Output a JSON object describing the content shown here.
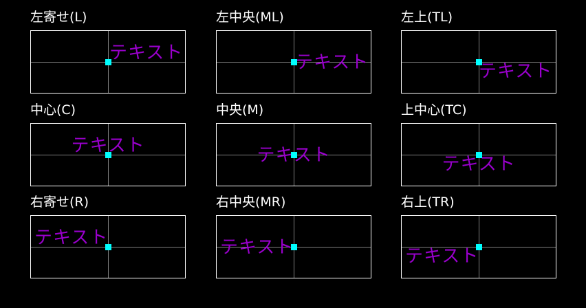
{
  "colors": {
    "background": "#000000",
    "label": "#ffffff",
    "box_border": "#ffffff",
    "crosshair": "#808080",
    "sample_text": "#9900cc",
    "anchor_marker": "#00ffff"
  },
  "sample_text": "テキスト",
  "panels": [
    {
      "label": "左寄せ(L)",
      "anchor": "L"
    },
    {
      "label": "左中央(ML)",
      "anchor": "ML"
    },
    {
      "label": "左上(TL)",
      "anchor": "TL"
    },
    {
      "label": "中心(C)",
      "anchor": "C"
    },
    {
      "label": "中央(M)",
      "anchor": "M"
    },
    {
      "label": "上中心(TC)",
      "anchor": "TC"
    },
    {
      "label": "右寄せ(R)",
      "anchor": "R"
    },
    {
      "label": "右中央(MR)",
      "anchor": "MR"
    },
    {
      "label": "右上(TR)",
      "anchor": "TR"
    }
  ]
}
